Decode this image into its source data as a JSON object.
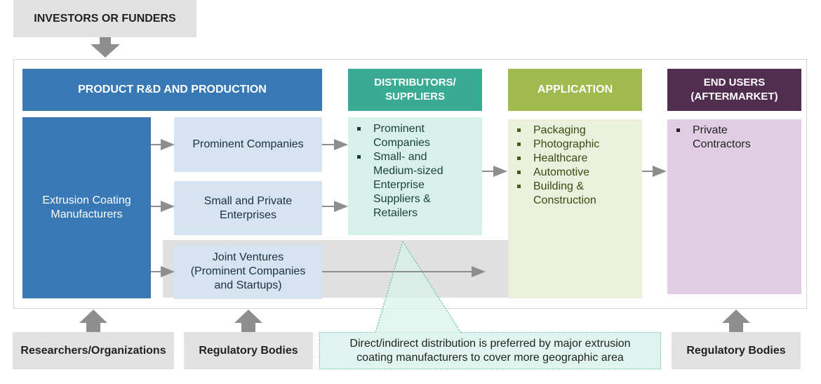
{
  "top": {
    "investors_label": "INVESTORS OR FUNDERS"
  },
  "headers": {
    "rd_production": "PRODUCT R&D AND PRODUCTION",
    "distributors_line1": "DISTRIBUTORS/",
    "distributors_line2": "SUPPLIERS",
    "application": "APPLICATION",
    "end_users_line1": "END USERS",
    "end_users_line2": "(AFTERMARKET)"
  },
  "production": {
    "manufacturers_line1": "Extrusion Coating",
    "manufacturers_line2": "Manufacturers",
    "prominent": "Prominent Companies",
    "small_line1": "Small and Private",
    "small_line2": "Enterprises",
    "jv_line1": "Joint Ventures",
    "jv_line2": "(Prominent Companies",
    "jv_line3": "and Startups)"
  },
  "distributors": {
    "items": [
      {
        "line1": "Prominent",
        "line2": "Companies"
      },
      {
        "line1": "Small- and",
        "line2": "Medium-sized",
        "line3": "Enterprise",
        "line4": "Suppliers &",
        "line5": "Retailers"
      }
    ]
  },
  "application": {
    "items": [
      {
        "line1": "Packaging"
      },
      {
        "line1": "Photographic"
      },
      {
        "line1": "Healthcare"
      },
      {
        "line1": "Automotive"
      },
      {
        "line1": "Building &",
        "line2": "Construction"
      }
    ]
  },
  "end_users": {
    "items": [
      {
        "line1": "Private",
        "line2": "Contractors"
      }
    ]
  },
  "bottom": {
    "researchers": "Researchers/Organizations",
    "regulatory_left": "Regulatory Bodies",
    "regulatory_right": "Regulatory Bodies",
    "callout_line1": "Direct/indirect distribution is preferred by major  extrusion",
    "callout_line2": "coating manufacturers to cover more geographic area"
  },
  "colors": {
    "rd_blue": "#3778b5",
    "node_blue": "#d6e4f1",
    "distributor_teal": "#3aab93",
    "distributor_body": "#d7f1ea",
    "application_green": "#a0ba50",
    "application_body": "#ebf0dd",
    "end_user_purple": "#512d4f",
    "end_user_body": "#e0cde3",
    "external_gray": "#e2e2e2",
    "arrow_gray": "#8e8e8e"
  }
}
